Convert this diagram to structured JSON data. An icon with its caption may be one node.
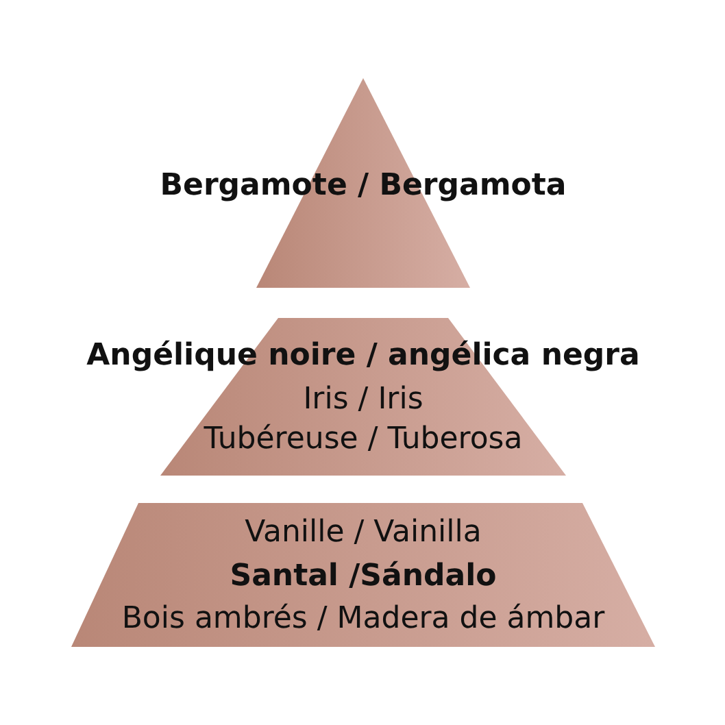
{
  "diagram": {
    "nodes": [
      {
        "text": [
          "Bergamote / Bergamota"
        ]
      },
      {
        "text": [
          "Angélique noire / angélica negra",
          "Iris / Iris",
          "Tubéreuse / Tuberosa"
        ]
      },
      {
        "text": [
          "Vanille / Vainilla",
          "Santal /Sándalo",
          "Bois ambrés / Madera de ámbar"
        ]
      }
    ]
  }
}
